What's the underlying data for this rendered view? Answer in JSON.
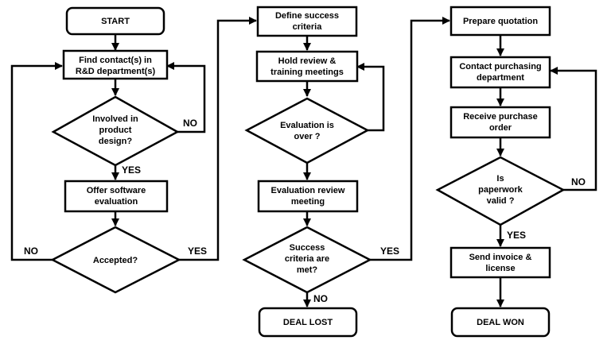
{
  "nodes": {
    "start": [
      "START"
    ],
    "find_contacts": [
      "Find contact(s) in",
      "R&D department(s)"
    ],
    "involved": [
      "Involved in",
      "product",
      "design?"
    ],
    "offer_eval": [
      "Offer software",
      "evaluation"
    ],
    "accepted": [
      "Accepted?"
    ],
    "define_criteria": [
      "Define success",
      "criteria"
    ],
    "hold_review": [
      "Hold review &",
      "training meetings"
    ],
    "eval_over": [
      "Evaluation is",
      "over ?"
    ],
    "eval_review": [
      "Evaluation review",
      "meeting"
    ],
    "criteria_met": [
      "Success",
      "criteria are",
      "met?"
    ],
    "deal_lost": [
      "DEAL LOST"
    ],
    "prepare_quote": [
      "Prepare quotation"
    ],
    "contact_purchasing": [
      "Contact purchasing",
      "department"
    ],
    "receive_po": [
      "Receive purchase",
      "order"
    ],
    "paperwork_valid": [
      "Is",
      "paperwork",
      "valid ?"
    ],
    "send_invoice": [
      "Send invoice &",
      "license"
    ],
    "deal_won": [
      "DEAL WON"
    ]
  },
  "edge_labels": {
    "involved_no": "NO",
    "involved_yes": "YES",
    "accepted_no": "NO",
    "accepted_yes": "YES",
    "criteria_yes": "YES",
    "criteria_no": "NO",
    "paperwork_no": "NO",
    "paperwork_yes": "YES"
  }
}
